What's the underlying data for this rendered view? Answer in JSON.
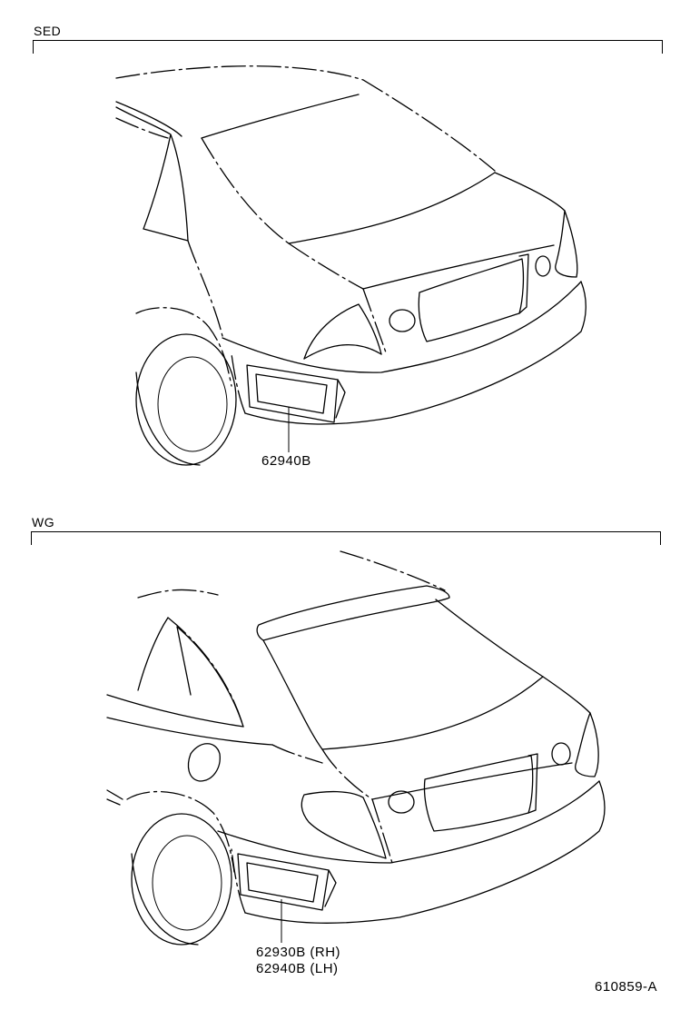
{
  "sections": [
    {
      "label": "SED",
      "callouts": [
        "62940B"
      ]
    },
    {
      "label": "WG",
      "callouts": [
        "62930B (RH)",
        "62940B (LH)"
      ]
    }
  ],
  "figure_id": "610859-A"
}
